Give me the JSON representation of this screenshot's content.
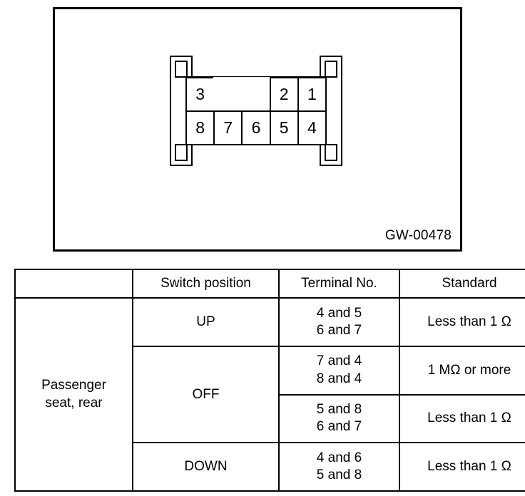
{
  "figure": {
    "code": "GW-00478",
    "connector": {
      "name": "8-pin connector terminal layout",
      "rows": [
        [
          {
            "pin": "3",
            "empty": false
          },
          {
            "pin": "",
            "empty": true
          },
          {
            "pin": "",
            "empty": true
          },
          {
            "pin": "2",
            "empty": false
          },
          {
            "pin": "1",
            "empty": false
          }
        ],
        [
          {
            "pin": "8",
            "empty": false
          },
          {
            "pin": "7",
            "empty": false
          },
          {
            "pin": "6",
            "empty": false
          },
          {
            "pin": "5",
            "empty": false
          },
          {
            "pin": "4",
            "empty": false
          }
        ]
      ]
    }
  },
  "table": {
    "headers": {
      "name": "",
      "switch_position": "Switch position",
      "terminal_no": "Terminal No.",
      "standard": "Standard"
    },
    "component": {
      "line1": "Passenger",
      "line2": "seat, rear"
    },
    "rows": [
      {
        "position": "UP",
        "terminals_line1": "4 and 5",
        "terminals_line2": "6 and 7",
        "standard": "Less than 1 Ω"
      },
      {
        "position": "OFF",
        "terminals_line1": "7 and 4",
        "terminals_line2": "8 and 4",
        "standard": "1 MΩ or more"
      },
      {
        "position": "",
        "terminals_line1": "5 and 8",
        "terminals_line2": "6 and 7",
        "standard": "Less than 1 Ω"
      },
      {
        "position": "DOWN",
        "terminals_line1": "4 and 6",
        "terminals_line2": "5 and 8",
        "standard": "Less than 1 Ω"
      }
    ]
  },
  "colors": {
    "ink": "#000000",
    "paper": "#ffffff"
  }
}
